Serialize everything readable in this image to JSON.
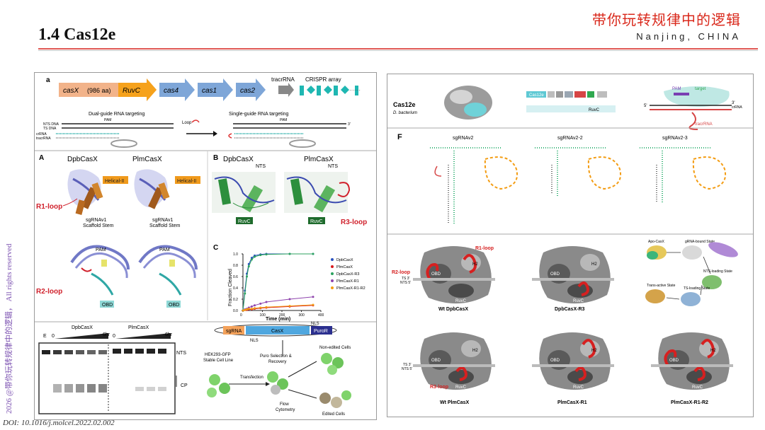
{
  "header": {
    "title": "1.4 Cas12e",
    "brand": "带你玩转规律中的逻辑",
    "location": "Nanjing, CHINA"
  },
  "footer": {
    "doi": "DOI: 10.1016/j.molcel.2022.02.002",
    "copyright": "2026 @带你玩转规律中的逻辑， All rights reserved"
  },
  "left": {
    "a": {
      "label": "a",
      "genes": [
        "casX",
        "(986 aa)",
        "RuvC",
        "cas4",
        "cas1",
        "cas2"
      ],
      "tracr": "tracrRNA",
      "crispr": "CRISPR array",
      "dual": "Dual-guide RNA targeting",
      "single": "Single-guide RNA targeting",
      "pam": "PAM",
      "nts": "NTS DNA",
      "ts": "TS DNA",
      "crrna": "crRNA",
      "tracrrna": "tracrRNA",
      "loop": "Loop",
      "five": "5'",
      "three": "3'"
    },
    "A": {
      "label": "A",
      "dpb": "DpbCasX",
      "plm": "PlmCasX",
      "helical": "Helical-II",
      "r1": "R1-loop",
      "stem": "sgRNAv1",
      "stem2": "Scaffold Stem",
      "pam": "PAM",
      "r2": "R2-loop",
      "obd": "OBD"
    },
    "B": {
      "label": "B",
      "dpb": "DpbCasX",
      "plm": "PlmCasX",
      "nts": "NTS",
      "ruvc": "RuvC",
      "r3": "R3-loop"
    },
    "C": {
      "label": "C",
      "ylabel": "Fraction Cleaved",
      "xlabel": "Time (min)",
      "yticks": [
        "0.0",
        "0.2",
        "0.4",
        "0.6",
        "0.8",
        "1.0"
      ],
      "xticks": [
        "0",
        "100",
        "200",
        "300",
        "400"
      ]
    },
    "gel": {
      "dpb": "DpbCasX",
      "plm": "PlmCasX",
      "e": "E",
      "zero": "0",
      "zero2": "0",
      "six": "6hr",
      "six2": "6hr",
      "nts": "NTS",
      "cp": "CP"
    },
    "workflow": {
      "sgrna": "sgRNA",
      "casx": "CasX",
      "nls1": "NLS",
      "nls2": "NLS",
      "puror": "PuroR",
      "hek1": "HEK293-GFP",
      "hek2": "Stable Cell Line",
      "puro1": "Puro Selection &",
      "puro2": "Recovery",
      "transfection": "Transfection",
      "flow1": "Flow",
      "flow2": "Cytometry",
      "nonedited": "Non-edited Cells",
      "edited": "Edited Cells"
    }
  },
  "right": {
    "top": {
      "title": "Cas12e",
      "species": "D. bacterium",
      "cas12e": "Cas12e",
      "ruvc": "RuvC",
      "pam": "PAM",
      "target": "target",
      "crrna": "crRNA",
      "tracrrna": "tracrRNA",
      "five": "5'",
      "three": "3'"
    },
    "F": {
      "label": "F",
      "v2": "sgRNAv2",
      "v22": "sgRNAv2-2",
      "v23": "sgRNAv2-3"
    },
    "structures": {
      "r1": "R1-loop",
      "r2": "R2-loop",
      "r3": "R3-loop",
      "obd": "OBD",
      "h2": "H2",
      "ruvc": "RuvC",
      "ts": "TS 3'",
      "nts": "NTS 5'",
      "s1": "Wt DpbCasX",
      "s2": "DpbCasX-R3",
      "s3": "Wt PlmCasX",
      "s4": "PlmCasX-R1",
      "s5": "PlmCasX-R1-R2",
      "apo": "Apo-CasX",
      "bound": "gRNA-bound State",
      "nts_state": "NTS-loading State",
      "trans": "Trans-active State",
      "ts_state": "TS-loading State"
    }
  },
  "chart_data": {
    "type": "line",
    "title": "",
    "xlabel": "Time (min)",
    "ylabel": "Fraction Cleaved",
    "xlim": [
      0,
      400
    ],
    "ylim": [
      0,
      1.0
    ],
    "legend_position": "right",
    "x": [
      0,
      10,
      20,
      30,
      45,
      60,
      90,
      120,
      240,
      360
    ],
    "series": [
      {
        "name": "DpbCasX",
        "color": "#2a52be",
        "values": [
          0,
          0.35,
          0.65,
          0.82,
          0.93,
          0.97,
          0.99,
          1.0,
          1.0,
          1.0
        ]
      },
      {
        "name": "PlmCasX",
        "color": "#d7191c",
        "values": [
          0,
          0.01,
          0.01,
          0.02,
          0.02,
          0.03,
          0.04,
          0.05,
          0.07,
          0.09
        ]
      },
      {
        "name": "DpbCasX-R3",
        "color": "#2ca25f",
        "values": [
          0,
          0.3,
          0.6,
          0.78,
          0.9,
          0.95,
          0.98,
          0.99,
          1.0,
          1.0
        ]
      },
      {
        "name": "PlmCasX-R1",
        "color": "#8e44ad",
        "values": [
          0,
          0.02,
          0.03,
          0.05,
          0.07,
          0.09,
          0.12,
          0.15,
          0.2,
          0.24
        ]
      },
      {
        "name": "PlmCasX-R1-R2",
        "color": "#f39c12",
        "values": [
          0,
          0.01,
          0.02,
          0.03,
          0.03,
          0.04,
          0.05,
          0.06,
          0.08,
          0.1
        ]
      }
    ]
  }
}
